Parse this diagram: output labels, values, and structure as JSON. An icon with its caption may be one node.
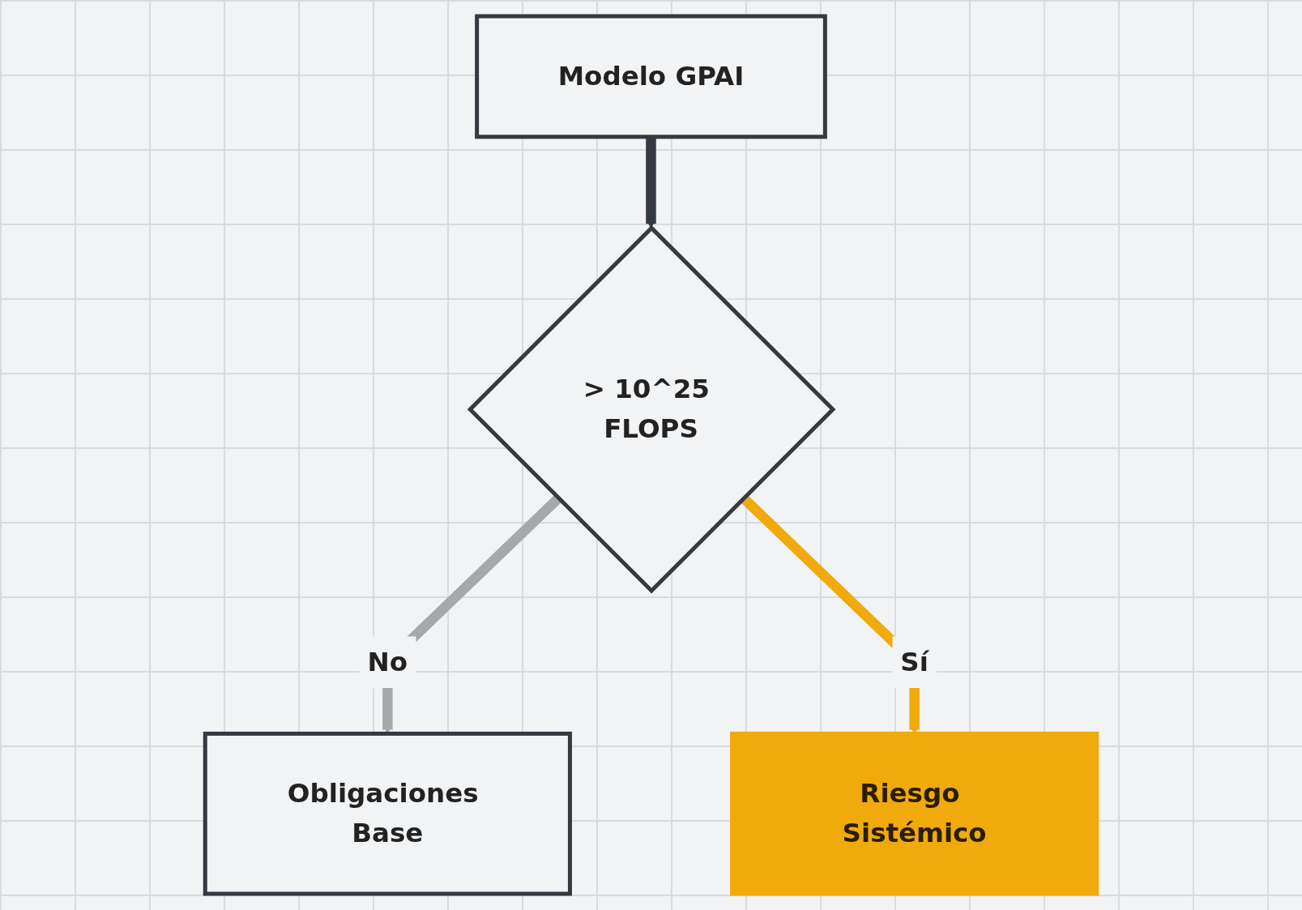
{
  "diagram": {
    "nodes": [
      {
        "text": [
          "Modelo GPAI"
        ]
      },
      {
        "text": [
          "> 10^25 FLOPS"
        ]
      },
      {
        "text": [
          "Obligaciones Base"
        ]
      },
      {
        "text": [
          "Riesgo Sistémico"
        ]
      }
    ],
    "edges": [
      {
        "from": 0,
        "to": 1,
        "arrow": "to"
      },
      {
        "from": 1,
        "to": 2,
        "arrow": "to",
        "label": "No",
        "color": "#a6a8aa"
      },
      {
        "from": 1,
        "to": 3,
        "arrow": "to",
        "label": "Sí",
        "color": "#f0aa0c"
      }
    ]
  }
}
